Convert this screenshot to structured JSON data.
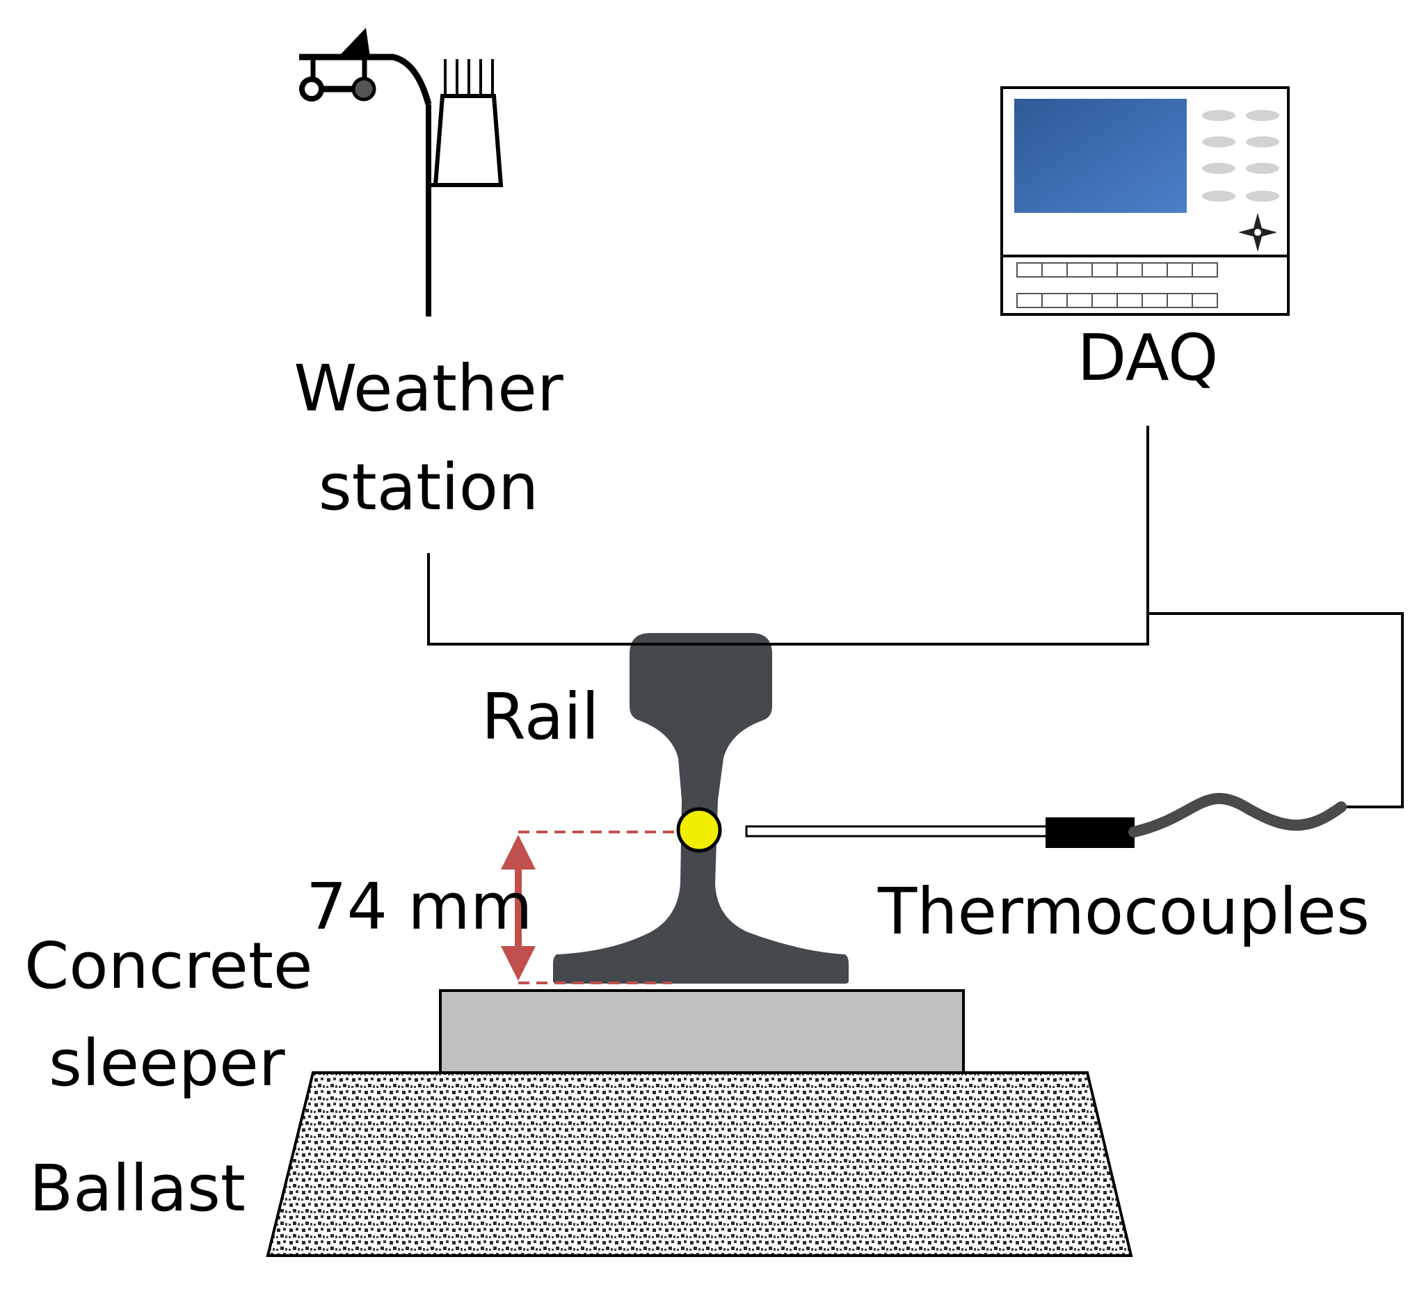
{
  "labels": {
    "weather_line1": "Weather",
    "weather_line2": "station",
    "daq": "DAQ",
    "rail": "Rail",
    "dimension": "74 mm",
    "thermocouples": "Thermocouples",
    "sleeper_line1": "Concrete",
    "sleeper_line2": "sleeper",
    "ballast": "Ballast"
  },
  "colors": {
    "rail": "#45484c",
    "sleeper": "#c0c0c0",
    "ballast_dot": "#2b2b2b",
    "thermocouple_point": "#f2ee00",
    "dimension": "#c0504d",
    "daq_screen_dark": "#2f5a96",
    "daq_screen_light": "#4a80c8",
    "daq_button": "#d2d2d2",
    "wire": "#000000",
    "cable": "#4a4a4a"
  },
  "icons": [
    "weather-station-icon",
    "daq-icon",
    "rail-icon",
    "sleeper-icon",
    "ballast-icon",
    "thermocouple-probe-icon",
    "dimension-arrow-icon"
  ]
}
